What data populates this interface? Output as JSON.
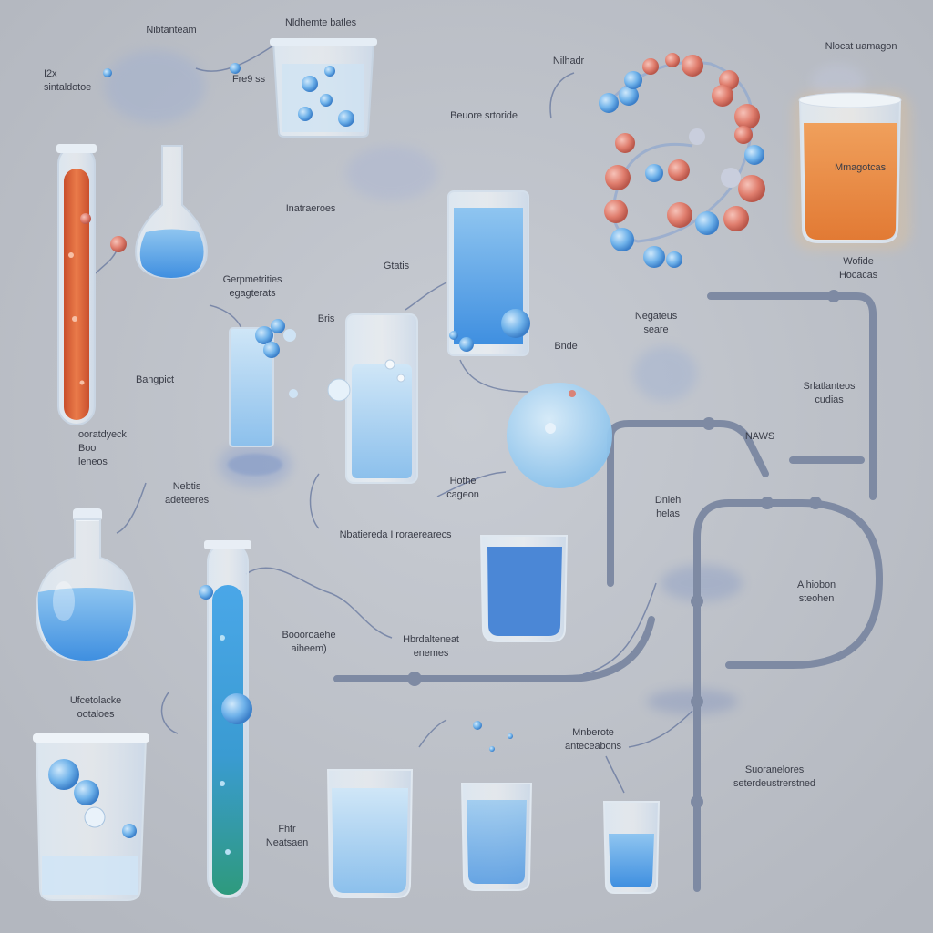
{
  "colors": {
    "background": "#b9bcc3",
    "liquid_blue": "#5fa8e8",
    "liquid_light_blue": "#a9d2f2",
    "liquid_orange": "#e9823f",
    "liquid_red": "#d9603a",
    "liquid_teal": "#2f9a8a",
    "pipe": "#7e8aa3",
    "atom_red": "#d9786c",
    "atom_blue": "#4f95d8",
    "label_text": "#3a3d48"
  },
  "labels": [
    {
      "id": "l1",
      "text": "Nibtanteam"
    },
    {
      "id": "l2",
      "text": "Nldhemte batles"
    },
    {
      "id": "l3",
      "text": "Nilhadr"
    },
    {
      "id": "l4",
      "text": "Nlocat uamagon"
    },
    {
      "id": "l5",
      "text": "I2x\nsintaldotoe"
    },
    {
      "id": "l6",
      "text": "Fre9 ss"
    },
    {
      "id": "l7",
      "text": "Beuore srtoride"
    },
    {
      "id": "l8",
      "text": "Mmagotcas"
    },
    {
      "id": "l9",
      "text": "Inatraeroes"
    },
    {
      "id": "l10",
      "text": "Wofide\nHocacas"
    },
    {
      "id": "l11",
      "text": "Gerpmetrities\negagterats"
    },
    {
      "id": "l12",
      "text": "Gtatis"
    },
    {
      "id": "l13",
      "text": "Negateus\nseare"
    },
    {
      "id": "l14",
      "text": "Bris"
    },
    {
      "id": "l15",
      "text": "Bnde"
    },
    {
      "id": "l16",
      "text": "Bangpict"
    },
    {
      "id": "l17",
      "text": "Srlatlanteos\ncudias"
    },
    {
      "id": "l18",
      "text": "ooratdyeck\nBoo\nleneos"
    },
    {
      "id": "l19",
      "text": "NAWS"
    },
    {
      "id": "l20",
      "text": "Nebtis\nadeteeres"
    },
    {
      "id": "l21",
      "text": "Hothe\ncageon"
    },
    {
      "id": "l22",
      "text": "Dnieh\nhelas"
    },
    {
      "id": "l23",
      "text": "Nbatiereda  I roraerearecs"
    },
    {
      "id": "l24",
      "text": "Aihiobon\nsteohen"
    },
    {
      "id": "l25",
      "text": "Boooroaehe\naiheem)"
    },
    {
      "id": "l26",
      "text": "Hbrdalteneat\nenemes"
    },
    {
      "id": "l27",
      "text": "Ufcetolacke\nootaloes"
    },
    {
      "id": "l28",
      "text": "Mnberote\nanteceabons"
    },
    {
      "id": "l29",
      "text": "Suoranelores\nseterdeustrerstned"
    },
    {
      "id": "l30",
      "text": "Fhtr\nNeatsaen"
    }
  ]
}
